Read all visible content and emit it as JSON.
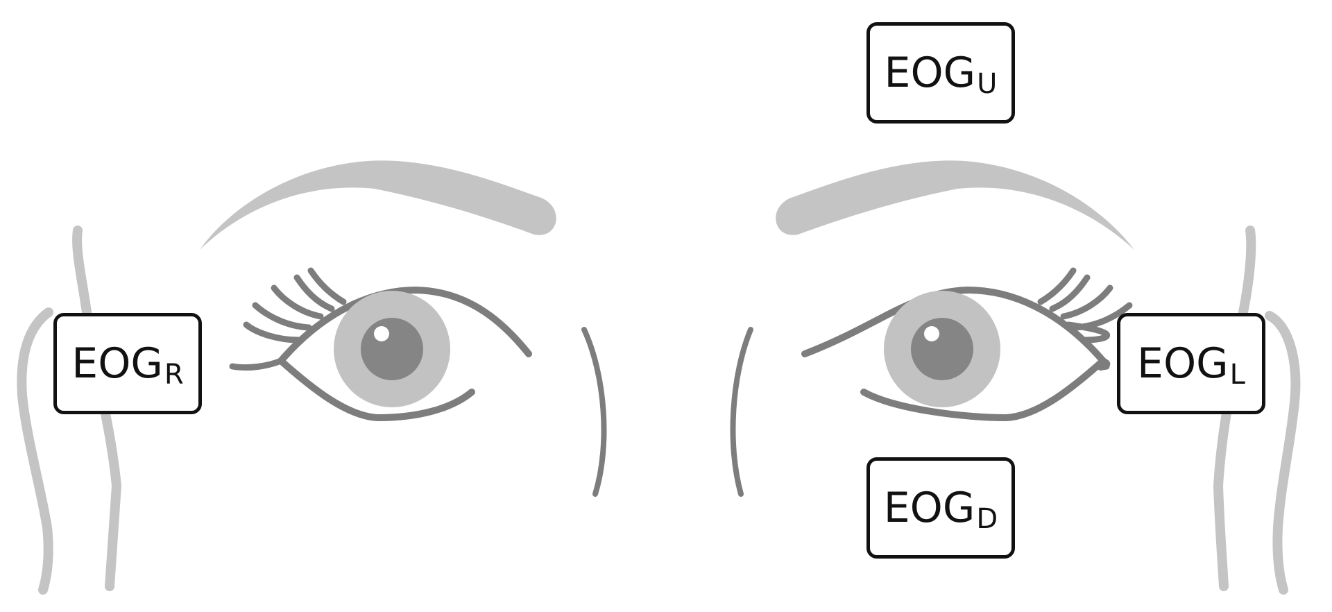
{
  "colors": {
    "face_light_gray": "#c4c4c4",
    "eye_dark_gray": "#7d7d7d",
    "iris": "#c2c2c2",
    "pupil": "#858585",
    "electrode_border": "#111111"
  },
  "electrodes": {
    "up": {
      "main": "EOG",
      "sub": "U"
    },
    "down": {
      "main": "EOG",
      "sub": "D"
    },
    "right": {
      "main": "EOG",
      "sub": "R"
    },
    "left": {
      "main": "EOG",
      "sub": "L"
    }
  }
}
